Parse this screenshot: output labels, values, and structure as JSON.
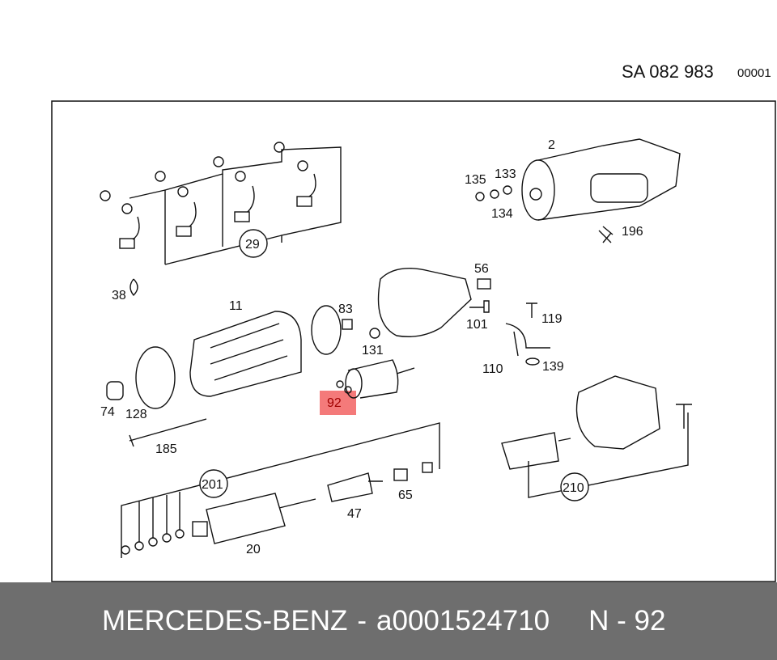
{
  "header": {
    "drawing_code": "SA 082 983",
    "sheet_number": "00001"
  },
  "diagram": {
    "labels": {
      "l2": "2",
      "l135": "135",
      "l133": "133",
      "l134": "134",
      "l196": "196",
      "l29": "29",
      "l38": "38",
      "l56": "56",
      "l11": "11",
      "l83": "83",
      "l101": "101",
      "l119": "119",
      "l131": "131",
      "l110": "110",
      "l139": "139",
      "l92": "92",
      "l74": "74",
      "l128": "128",
      "l185": "185",
      "l201": "201",
      "l65": "65",
      "l47": "47",
      "l210": "210",
      "l20": "20"
    },
    "highlight_color": "#f47a7a",
    "highlighted_part": "92"
  },
  "footer": {
    "brand": "MERCEDES-BENZ",
    "separator": "-",
    "part_number": "a0001524710",
    "position": "N - 92"
  }
}
